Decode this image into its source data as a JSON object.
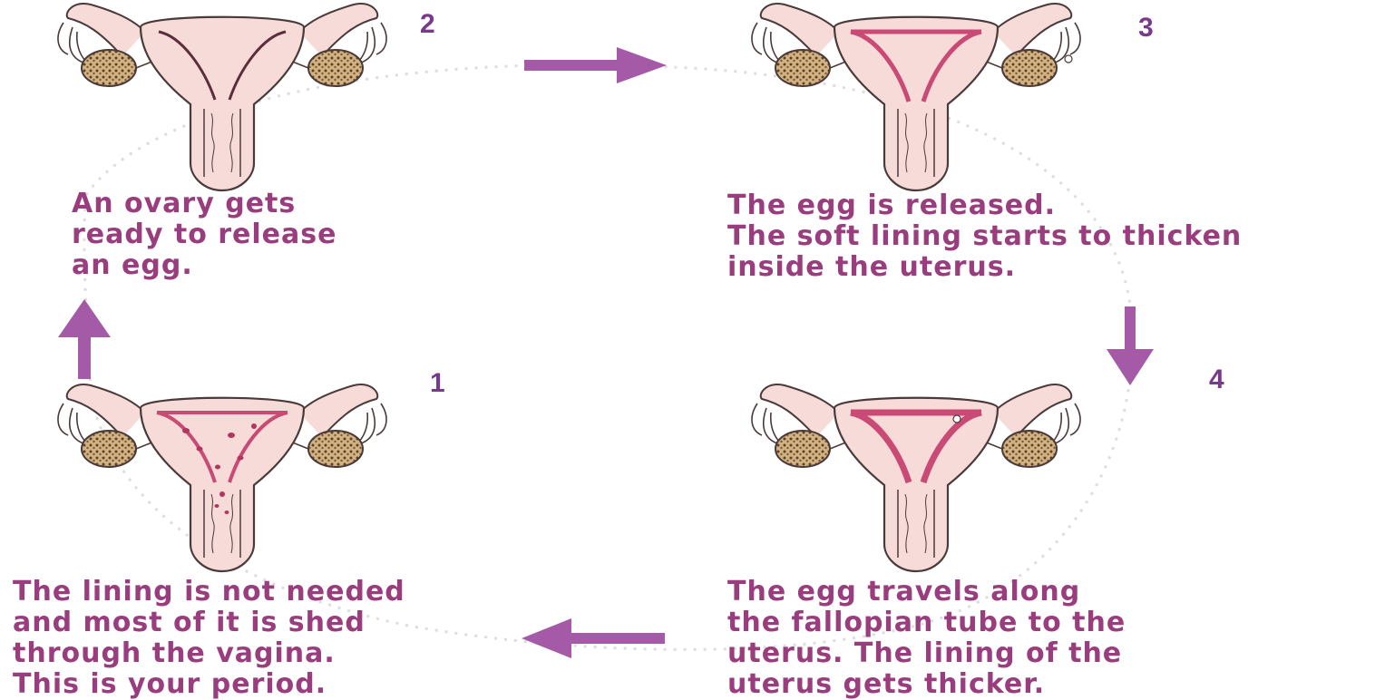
{
  "diagram": {
    "steps": [
      {
        "number": "2",
        "lines": [
          "An ovary gets",
          "ready to release",
          "an egg."
        ]
      },
      {
        "number": "3",
        "lines": [
          "The egg is released.",
          "The soft lining starts to thicken",
          "inside the uterus."
        ]
      },
      {
        "number": "4",
        "lines": [
          "The egg travels along",
          "the fallopian tube to the",
          "uterus. The lining of the",
          "uterus gets thicker."
        ]
      },
      {
        "number": "1",
        "lines": [
          "The lining is not needed",
          "and most of it is shed",
          "through the vagina.",
          "This is your period."
        ]
      }
    ],
    "colors": {
      "uterus_fill": "#f6dbd9",
      "uterus_outline": "#4b3a3a",
      "lining": "#c94a75",
      "ovary": "#9b7a4f",
      "arrow": "#a45aa6",
      "number": "#7a3a8c",
      "caption": "#9a3d7e",
      "dotted_cycle": "#dddddd"
    }
  }
}
